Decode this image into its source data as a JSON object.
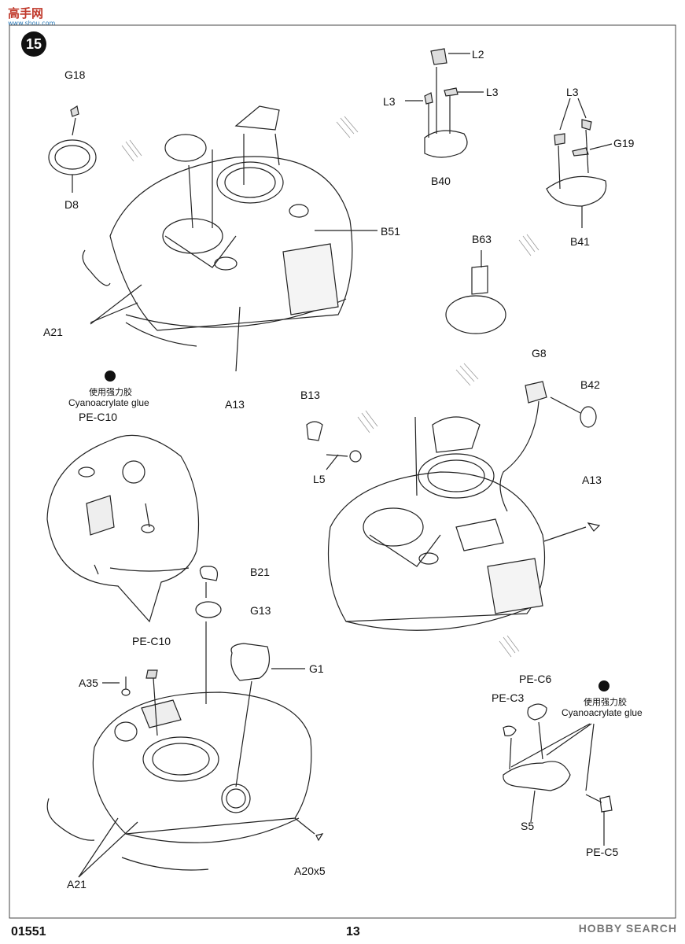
{
  "logo": {
    "mark": "高手网",
    "site": "www.shou.com"
  },
  "step": {
    "number": "15"
  },
  "labels": {
    "g18": "G18",
    "d8": "D8",
    "a21_top": "A21",
    "a13_top": "A13",
    "l2": "L2",
    "l3_left": "L3",
    "l3_right": "L3",
    "b40": "B40",
    "l3_group": "L3",
    "g19": "G19",
    "b41": "B41",
    "b51": "B51",
    "b63": "B63",
    "g8": "G8",
    "b42": "B42",
    "b13": "B13",
    "l5": "L5",
    "a13_right": "A13",
    "pe_c10_top": "PE-C10",
    "b21": "B21",
    "g13": "G13",
    "pe_c10_mid": "PE-C10",
    "g1": "G1",
    "a35": "A35",
    "a21_bottom": "A21",
    "a20x5": "A20x5",
    "pe_c6": "PE-C6",
    "pe_c3": "PE-C3",
    "s5": "S5",
    "pe_c5": "PE-C5"
  },
  "glue": [
    {
      "cn": "使用强力胶",
      "en": "Cyanoacrylate glue"
    },
    {
      "cn": "使用强力胶",
      "en": "Cyanoacrylate glue"
    }
  ],
  "footer": {
    "code": "01551",
    "page": "13",
    "watermark": "HOBBY SEARCH"
  }
}
